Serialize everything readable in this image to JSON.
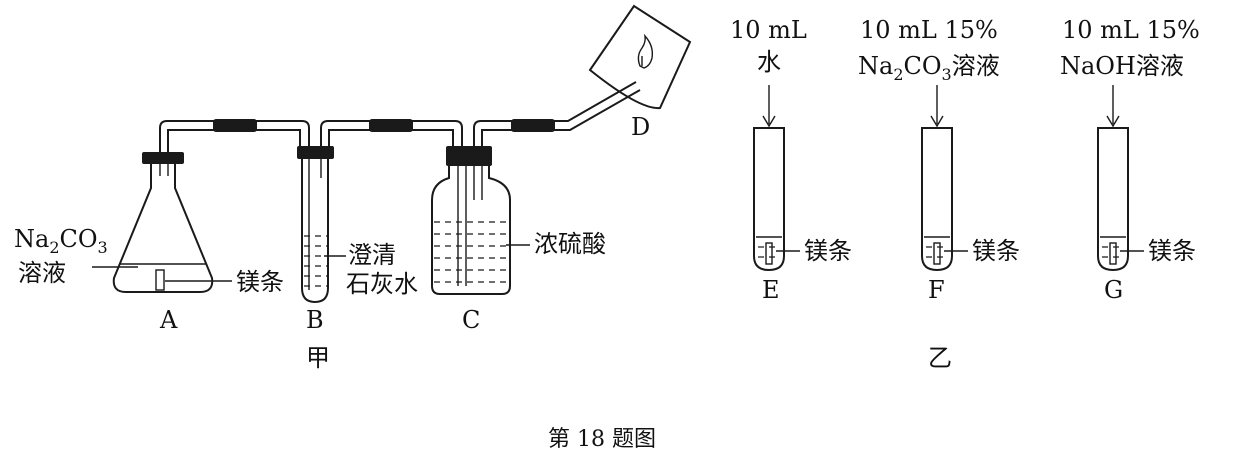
{
  "figure": {
    "caption": "第 18 题图",
    "group_left_label": "甲",
    "group_right_label": "乙"
  },
  "apparatus_a": {
    "letter": "A",
    "solution_line1": "Na2CO3",
    "solution_line2": "溶液",
    "solid": "镁条"
  },
  "apparatus_b": {
    "letter": "B",
    "reagent_line1": "澄清",
    "reagent_line2": "石灰水"
  },
  "apparatus_c": {
    "letter": "C",
    "reagent": "浓硫酸"
  },
  "apparatus_d": {
    "letter": "D"
  },
  "tube_e": {
    "letter": "E",
    "added_line1": "10 mL",
    "added_line2": "水",
    "solid": "镁条"
  },
  "tube_f": {
    "letter": "F",
    "added_line1": "10 mL 15%",
    "added_line2_formula": "Na2CO3",
    "added_line2_suffix": "溶液",
    "solid": "镁条"
  },
  "tube_g": {
    "letter": "G",
    "added_line1": "10 mL 15%",
    "added_line2": "NaOH溶液",
    "solid": "镁条"
  }
}
